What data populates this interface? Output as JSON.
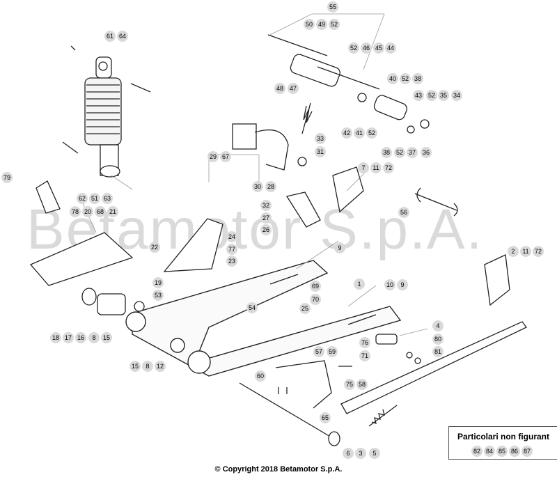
{
  "watermark": "Betamotor S.p.A.",
  "copyright": "© Copyright 2018 Betamotor S.p.A.",
  "legend": {
    "title": "Particolari non figurant",
    "numbers": [
      "82",
      "84",
      "85",
      "86",
      "87"
    ]
  },
  "callouts": [
    {
      "n": "55"
    },
    {
      "n": "50"
    },
    {
      "n": "49"
    },
    {
      "n": "52"
    },
    {
      "n": "61"
    },
    {
      "n": "64"
    },
    {
      "n": "52"
    },
    {
      "n": "46"
    },
    {
      "n": "45"
    },
    {
      "n": "44"
    },
    {
      "n": "48"
    },
    {
      "n": "47"
    },
    {
      "n": "40"
    },
    {
      "n": "52"
    },
    {
      "n": "38"
    },
    {
      "n": "43"
    },
    {
      "n": "52"
    },
    {
      "n": "35"
    },
    {
      "n": "34"
    },
    {
      "n": "42"
    },
    {
      "n": "41"
    },
    {
      "n": "52"
    },
    {
      "n": "38"
    },
    {
      "n": "52"
    },
    {
      "n": "37"
    },
    {
      "n": "36"
    },
    {
      "n": "33"
    },
    {
      "n": "31"
    },
    {
      "n": "29"
    },
    {
      "n": "67"
    },
    {
      "n": "7"
    },
    {
      "n": "11"
    },
    {
      "n": "72"
    },
    {
      "n": "79"
    },
    {
      "n": "62"
    },
    {
      "n": "51"
    },
    {
      "n": "63"
    },
    {
      "n": "30"
    },
    {
      "n": "28"
    },
    {
      "n": "78"
    },
    {
      "n": "20"
    },
    {
      "n": "68"
    },
    {
      "n": "21"
    },
    {
      "n": "32"
    },
    {
      "n": "27"
    },
    {
      "n": "26"
    },
    {
      "n": "56"
    },
    {
      "n": "24"
    },
    {
      "n": "77"
    },
    {
      "n": "23"
    },
    {
      "n": "22"
    },
    {
      "n": "9"
    },
    {
      "n": "2"
    },
    {
      "n": "11"
    },
    {
      "n": "72"
    },
    {
      "n": "19"
    },
    {
      "n": "53"
    },
    {
      "n": "69"
    },
    {
      "n": "70"
    },
    {
      "n": "1"
    },
    {
      "n": "10"
    },
    {
      "n": "9"
    },
    {
      "n": "54"
    },
    {
      "n": "25"
    },
    {
      "n": "18"
    },
    {
      "n": "17"
    },
    {
      "n": "16"
    },
    {
      "n": "8"
    },
    {
      "n": "15"
    },
    {
      "n": "4"
    },
    {
      "n": "76"
    },
    {
      "n": "80"
    },
    {
      "n": "57"
    },
    {
      "n": "59"
    },
    {
      "n": "71"
    },
    {
      "n": "81"
    },
    {
      "n": "15"
    },
    {
      "n": "8"
    },
    {
      "n": "12"
    },
    {
      "n": "60"
    },
    {
      "n": "75"
    },
    {
      "n": "58"
    },
    {
      "n": "65"
    },
    {
      "n": "6"
    },
    {
      "n": "3"
    },
    {
      "n": "5"
    }
  ]
}
